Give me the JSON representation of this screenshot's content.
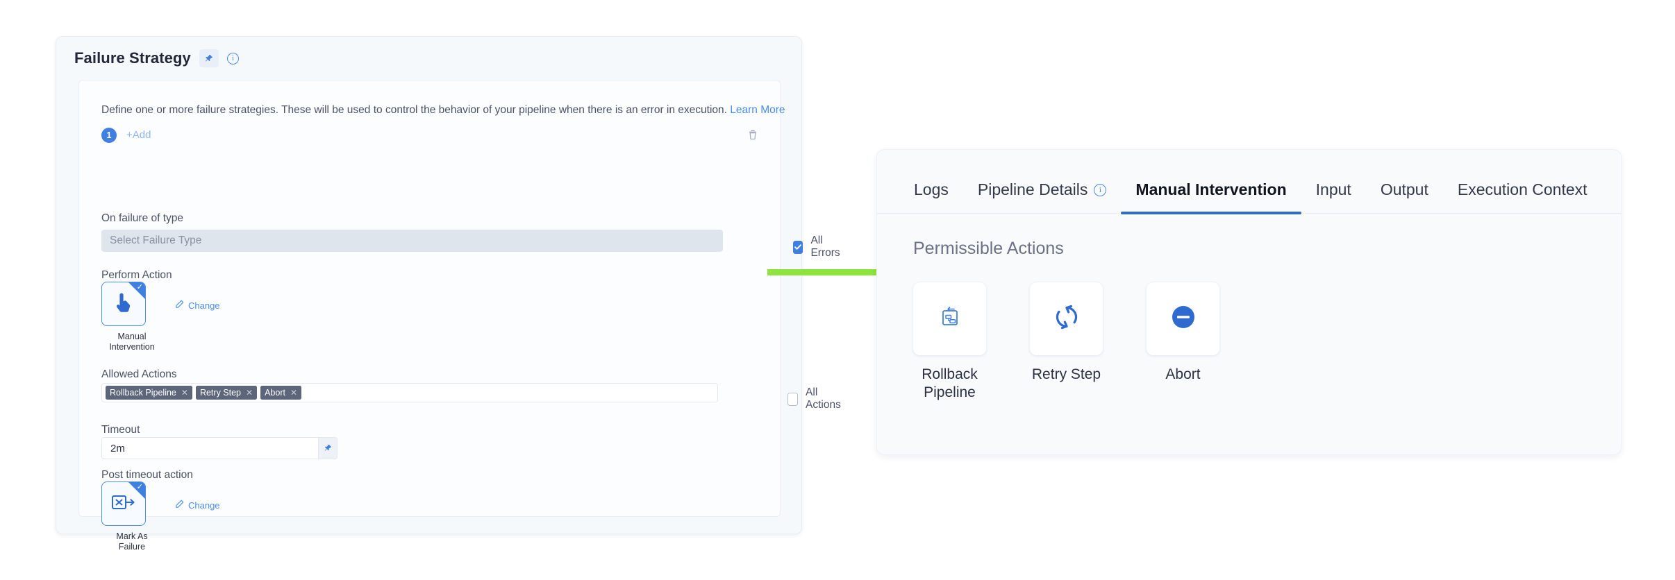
{
  "failure_strategy": {
    "title": "Failure Strategy",
    "pin_icon": "pin-icon",
    "info_icon": "info-icon",
    "description": "Define one or more failure strategies. These will be used to control the behavior of your pipeline when there is an error in execution.",
    "learn_more_label": "Learn More",
    "strategy_index": "1",
    "add_label": "+Add",
    "delete_icon": "trash-icon",
    "on_failure_of_type": {
      "label": "On failure of type",
      "placeholder": "Select Failure Type",
      "value": ""
    },
    "all_errors": {
      "label": "All Errors",
      "checked": true
    },
    "perform_action": {
      "label": "Perform Action",
      "selected_name": "Manual\nIntervention",
      "selected_name_line1": "Manual",
      "selected_name_line2": "Intervention",
      "icon": "hand-pointer-icon",
      "selected_check": "✓",
      "change_label": "Change",
      "change_icon": "pencil-icon"
    },
    "allowed_actions": {
      "label": "Allowed Actions",
      "tags": [
        "Rollback Pipeline",
        "Retry Step",
        "Abort"
      ],
      "remove_icon": "close-icon"
    },
    "all_actions": {
      "label": "All Actions",
      "checked": false
    },
    "timeout": {
      "label": "Timeout",
      "value": "2m",
      "pin_icon": "pin-icon"
    },
    "post_timeout_action": {
      "label": "Post timeout action",
      "selected_name_line1": "Mark As",
      "selected_name_line2": "Failure",
      "icon": "mark-as-failure-icon",
      "selected_check": "✓",
      "change_label": "Change",
      "change_icon": "pencil-icon"
    }
  },
  "annotation": {
    "arrow_icon": "right-arrow-annotation",
    "arrow_color": "#8ce43c"
  },
  "execution_panel": {
    "tabs": [
      {
        "label": "Logs",
        "active": false,
        "info": false
      },
      {
        "label": "Pipeline Details",
        "active": false,
        "info": true
      },
      {
        "label": "Manual Intervention",
        "active": true,
        "info": false
      },
      {
        "label": "Input",
        "active": false,
        "info": false
      },
      {
        "label": "Output",
        "active": false,
        "info": false
      },
      {
        "label": "Execution Context",
        "active": false,
        "info": false
      }
    ],
    "section_title": "Permissible Actions",
    "actions": [
      {
        "label_line1": "Rollback",
        "label_line2": "Pipeline",
        "icon": "rollback-pipeline-icon"
      },
      {
        "label_line1": "Retry Step",
        "label_line2": "",
        "icon": "retry-step-icon"
      },
      {
        "label_line1": "Abort",
        "label_line2": "",
        "icon": "abort-icon"
      }
    ]
  },
  "colors": {
    "accent_blue": "#3f7fe0",
    "tab_active_underline": "#2f6ad0",
    "tag_background": "#5c6579",
    "arrow_green": "#8ce43c"
  }
}
